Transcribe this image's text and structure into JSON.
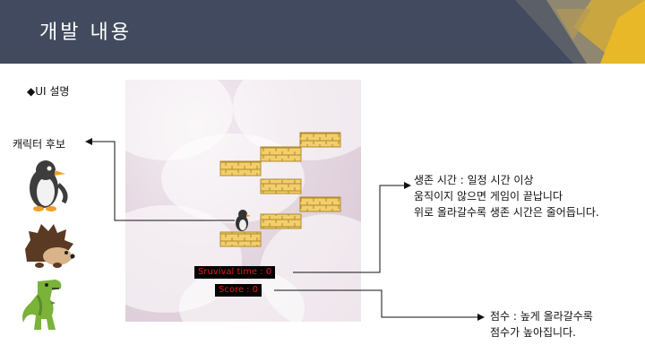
{
  "header": {
    "title": "개발 내용"
  },
  "section_label": "◆UI 설명",
  "characters": {
    "label": "캐릭터 후보",
    "icons": [
      "penguin-icon",
      "hedgehog-icon",
      "dinosaur-icon"
    ]
  },
  "game": {
    "survival_label": "Sruvival time : 0",
    "score_label": "Score : 0"
  },
  "survival_desc": {
    "line1": "생존 시간 : 일정 시간 이상",
    "line2": "움직이지 않으면 게임이 끝납니다",
    "line3": "위로 올라갈수록 생존 시간은 줄어듭니다."
  },
  "score_desc": {
    "line1": "점수 : 높게 올라갈수록",
    "line2": "점수가 높아집니다."
  },
  "colors": {
    "header_bg": "#414a5e",
    "brick": "#f2cf6b",
    "gold": "#e8b828",
    "hud_text": "#e02020"
  }
}
